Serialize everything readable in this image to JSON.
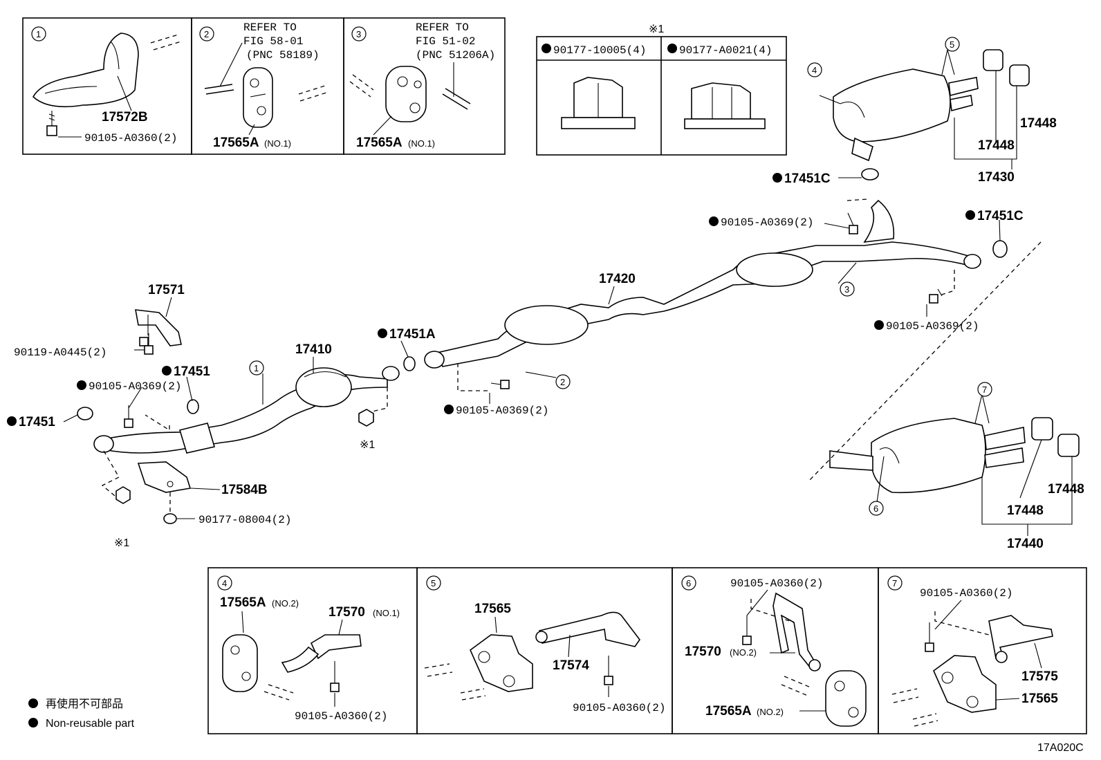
{
  "diagram_code": "17A020C",
  "legend": {
    "jp": "再使用不可部品",
    "en": "Non-reusable part"
  },
  "note_mark": "※1",
  "nut_box": {
    "left_part": "90177-10005(4)",
    "right_part": "90177-A0021(4)"
  },
  "insets_top": {
    "i1": {
      "num": "1",
      "part_a": "17572B",
      "bolt": "90105-A0360(2)"
    },
    "i2": {
      "num": "2",
      "refer1": "REFER TO",
      "refer2": "FIG 58-01",
      "refer3": "(PNC 58189)",
      "part": "17565A",
      "qual": "(NO.1)"
    },
    "i3": {
      "num": "3",
      "refer1": "REFER TO",
      "refer2": "FIG 51-02",
      "refer3": "(PNC 51206A)",
      "part": "17565A",
      "qual": "(NO.1)"
    }
  },
  "insets_bottom": {
    "i4": {
      "num": "4",
      "part_a": "17565A",
      "qual_a": "(NO.2)",
      "part_b": "17570",
      "qual_b": "(NO.1)",
      "bolt": "90105-A0360(2)"
    },
    "i5": {
      "num": "5",
      "part_a": "17565",
      "part_b": "17574",
      "bolt": "90105-A0360(2)"
    },
    "i6": {
      "num": "6",
      "bolt": "90105-A0360(2)",
      "part_a": "17570",
      "qual_a": "(NO.2)",
      "part_b": "17565A",
      "qual_b": "(NO.2)"
    },
    "i7": {
      "num": "7",
      "bolt": "90105-A0360(2)",
      "part_a": "17575",
      "part_b": "17565"
    }
  },
  "callouts": {
    "c17571": "17571",
    "c90119": "90119-A0445(2)",
    "c17451_top": "17451",
    "c90105_left": "90105-A0369(2)",
    "c17451_left": "17451",
    "c17410": "17410",
    "c17451A": "17451A",
    "c17420": "17420",
    "c17584B": "17584B",
    "c90177_08": "90177-08004(2)",
    "c90105_mid": "90105-A0369(2)",
    "c17451C_a": "17451C",
    "c90105_right": "90105-A0369(2)",
    "c17451C_b": "17451C",
    "c90105_rlow": "90105-A0369(2)",
    "c17448_a": "17448",
    "c17448_b": "17448",
    "c17430": "17430",
    "c17448_c": "17448",
    "c17448_d": "17448",
    "c17440": "17440",
    "n1": "1",
    "n2": "2",
    "n3": "3",
    "n4": "4",
    "n5": "5",
    "n6": "6",
    "n7": "7"
  }
}
